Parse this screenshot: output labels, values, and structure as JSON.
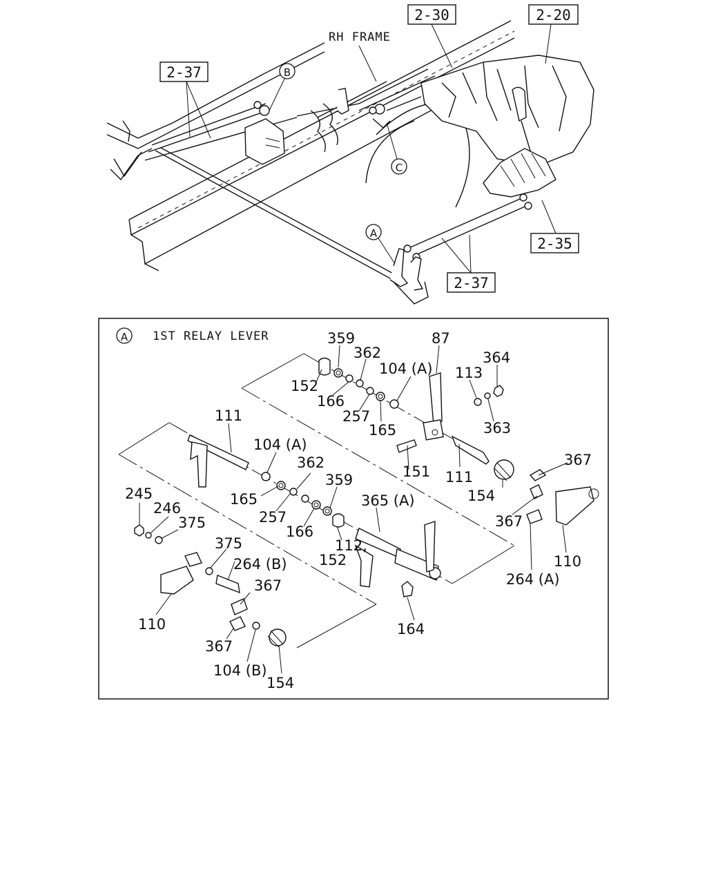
{
  "overview": {
    "frame_label": "RH FRAME",
    "boxes": {
      "box_2_30": "2-30",
      "box_2_20": "2-20",
      "box_2_37_left": "2-37",
      "box_2_35": "2-35",
      "box_2_37_bottom": "2-37"
    },
    "circles": {
      "circle_a": "A",
      "circle_b": "B",
      "circle_c": "C"
    }
  },
  "detail": {
    "marker": "A",
    "title": "1ST RELAY LEVER",
    "labels": {
      "l359a": "359",
      "l87": "87",
      "l362a": "362",
      "l104a1": "104 (A)",
      "l364": "364",
      "l152a": "152",
      "l113": "113",
      "l166a": "166",
      "l257a": "257",
      "l363": "363",
      "l165a": "165",
      "l111a": "111",
      "l104a2": "104 (A)",
      "l362b": "362",
      "l151": "151",
      "l111b": "111",
      "l367a": "367",
      "l359b": "359",
      "l165b": "165",
      "l154a": "154",
      "l245": "245",
      "l365a": "365 (A)",
      "l257b": "257",
      "l246": "246",
      "l367b": "367",
      "l375a": "375",
      "l166b": "166",
      "l112": "112,",
      "l152b": "152",
      "l110a": "110",
      "l375b": "375",
      "l264b": "264 (B)",
      "l264a": "264 (A)",
      "l367c": "367",
      "l110b": "110",
      "l164": "164",
      "l367d": "367",
      "l104b": "104 (B)",
      "l154b": "154"
    }
  }
}
